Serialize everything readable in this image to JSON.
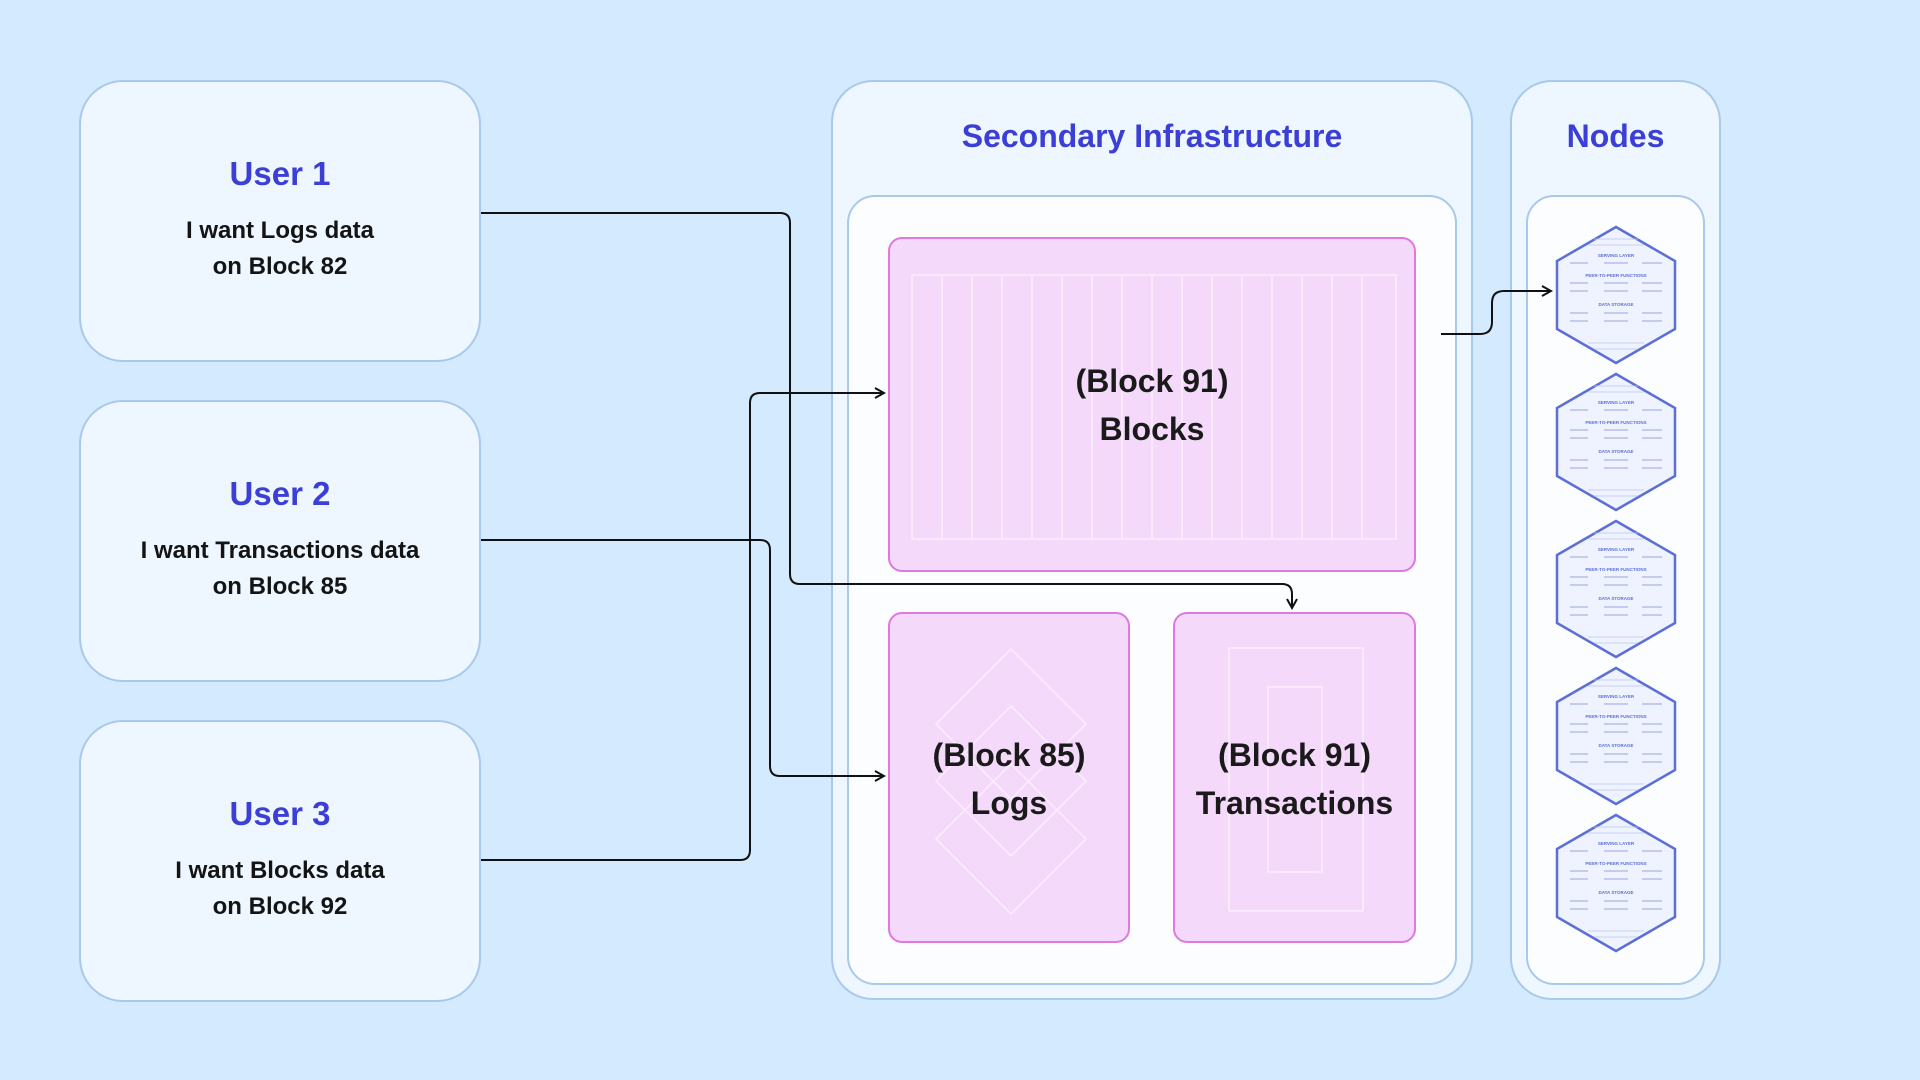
{
  "users": [
    {
      "title": "User 1",
      "line1": "I want Logs data",
      "line2": "on Block 82"
    },
    {
      "title": "User 2",
      "line1": "I want Transactions data",
      "line2": "on Block 85"
    },
    {
      "title": "User 3",
      "line1": "I want Blocks data",
      "line2": "on Block 92"
    }
  ],
  "infrastructure": {
    "title": "Secondary Infrastructure",
    "blocks": {
      "line1": "(Block 91)",
      "line2": "Blocks"
    },
    "logs": {
      "line1": "(Block 85)",
      "line2": "Logs"
    },
    "transactions": {
      "line1": "(Block 91)",
      "line2": "Transactions"
    }
  },
  "nodes": {
    "title": "Nodes",
    "count": 5,
    "node_labels": [
      "SERVING LAYER",
      "PEER-TO-PEER FUNCTIONS",
      "DATA STORAGE"
    ]
  },
  "colors": {
    "background": "#d4eafe",
    "accent": "#3b3fd6",
    "card": "#eef7ff",
    "border": "#a9c9ec",
    "data_fill": "#f4d9fb",
    "data_border": "#e078df",
    "node_stroke": "#5c6fd6"
  }
}
